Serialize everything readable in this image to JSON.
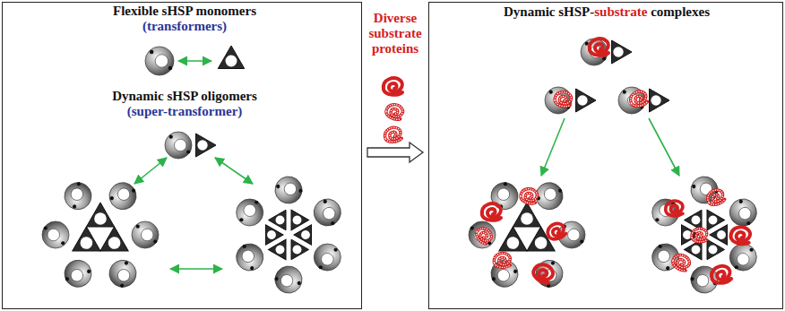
{
  "diagram": {
    "nodes": [
      {
        "text": [
          "Flexible sHSP monomers",
          "(transformers)",
          "Dynamic sHSP oligomers",
          "(super-transformer)"
        ]
      },
      {
        "text": [
          "Dynamic sHSP-substrate complexes"
        ]
      }
    ],
    "edges": [
      {
        "from": 0,
        "to": 1,
        "arrow": "to"
      }
    ],
    "labels": [
      "Diverse substrate proteins"
    ]
  }
}
